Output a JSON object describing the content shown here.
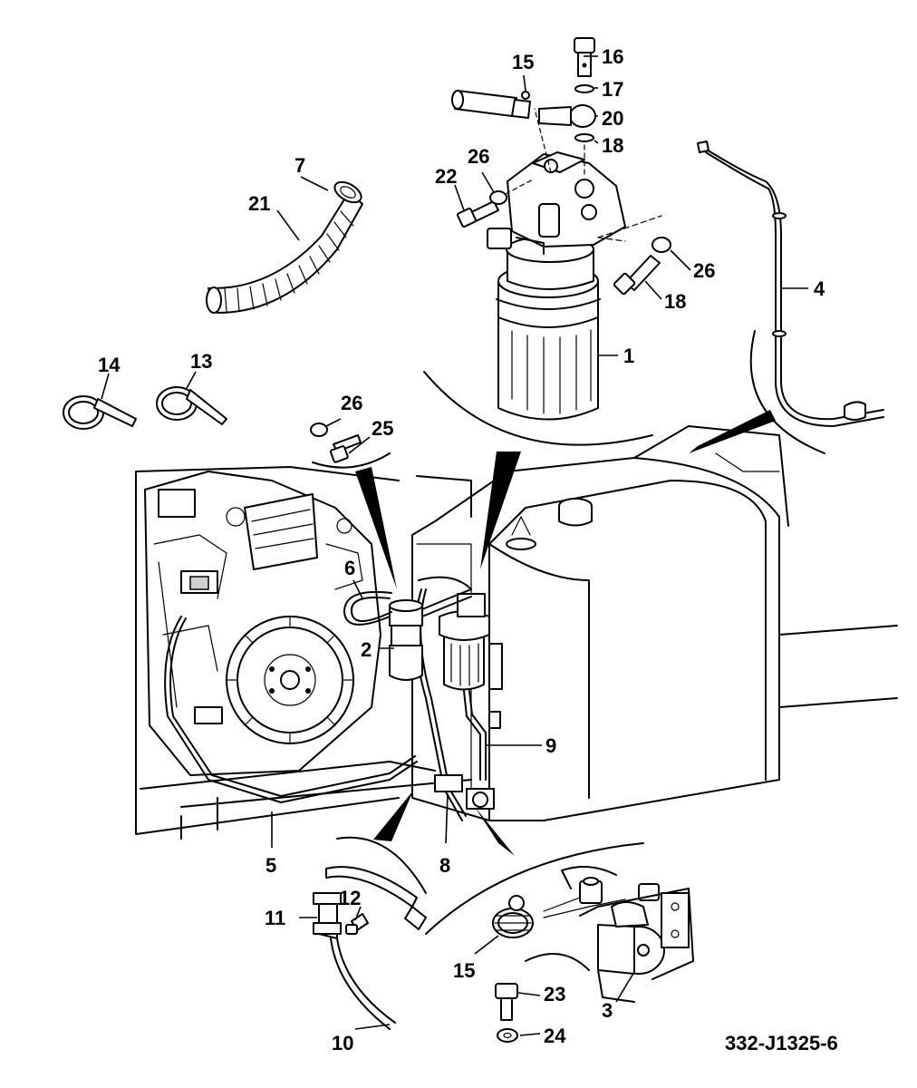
{
  "figure_id": "332-J1325-6",
  "callouts": {
    "c1": "1",
    "c2": "2",
    "c3": "3",
    "c4": "4",
    "c5": "5",
    "c6": "6",
    "c7": "7",
    "c8": "8",
    "c9": "9",
    "c10": "10",
    "c11": "11",
    "c12": "12",
    "c13": "13",
    "c14": "14",
    "c15_top": "15",
    "c15_bottom": "15",
    "c16": "16",
    "c17": "17",
    "c18_top": "18",
    "c18_right": "18",
    "c20": "20",
    "c21": "21",
    "c22": "22",
    "c23": "23",
    "c24": "24",
    "c25": "25",
    "c26_left": "26",
    "c26_top": "26",
    "c26_right": "26"
  }
}
